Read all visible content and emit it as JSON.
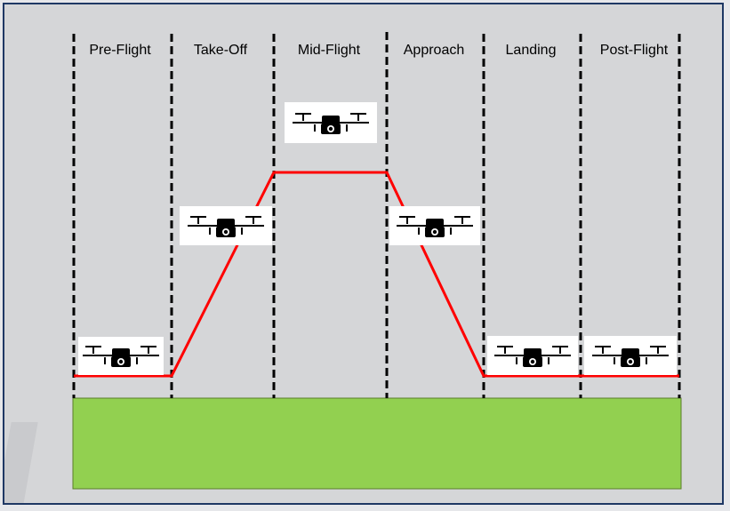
{
  "phases": [
    {
      "label": "Pre-Flight"
    },
    {
      "label": "Take-Off"
    },
    {
      "label": "Mid-Flight"
    },
    {
      "label": "Approach"
    },
    {
      "label": "Landing"
    },
    {
      "label": "Post-Flight"
    }
  ],
  "colors": {
    "background": "#d5d6d8",
    "border": "#1f3864",
    "ground": "#92d050",
    "flight_path": "#ff0000",
    "divider": "#000000",
    "drone_box": "#ffffff"
  },
  "icons": {
    "drone": "drone-icon"
  }
}
